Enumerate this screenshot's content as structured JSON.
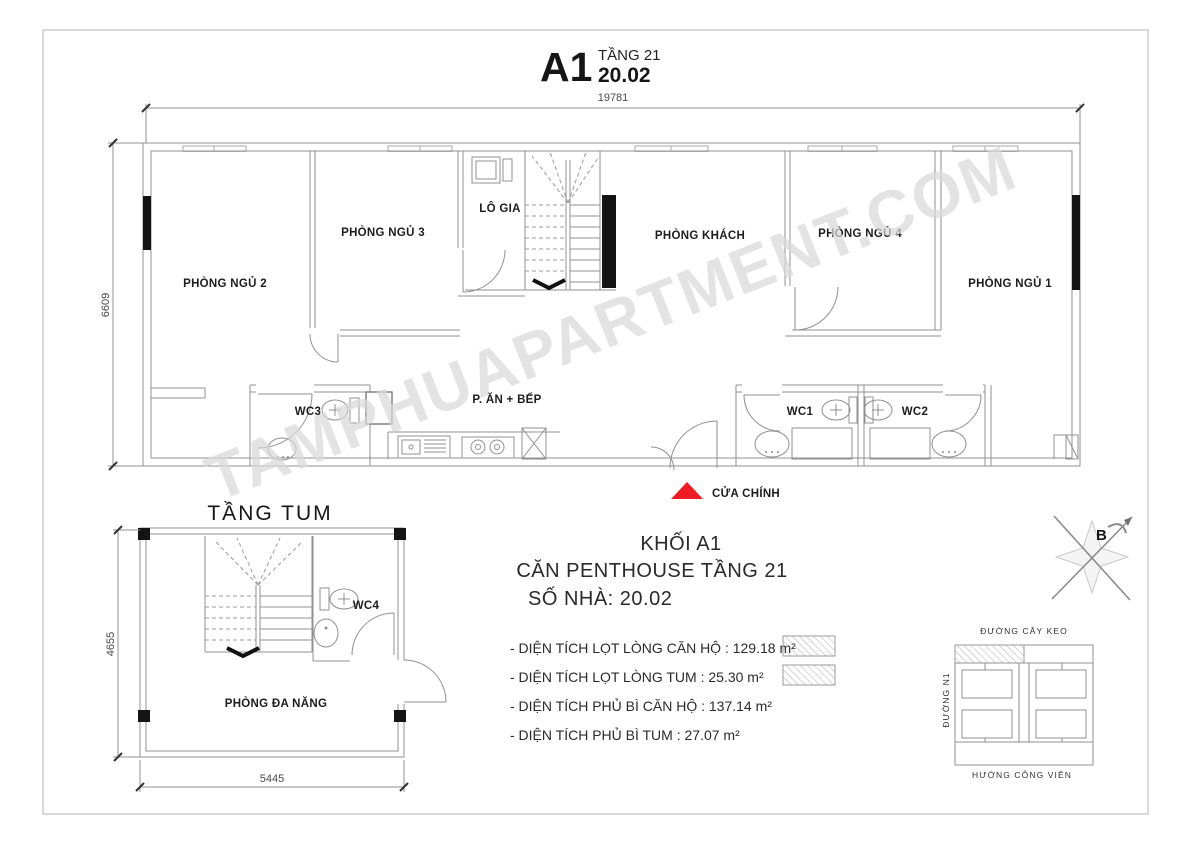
{
  "page": {
    "title": "A1",
    "floor": "TẦNG 21",
    "unit": "20.02"
  },
  "colors": {
    "accent_red": "#ed1c24",
    "line_gray": "#909090",
    "watermark_gray": "#d9d9d9"
  },
  "watermark": {
    "text": "TAMPHUAPARTMENT.COM"
  },
  "main_plan": {
    "dim_width": "19781",
    "dim_height": "6609",
    "rooms": {
      "bedroom2": "PHÒNG NGỦ 2",
      "bedroom3": "PHÒNG NGỦ 3",
      "balcony": "LÔ GIA",
      "living": "PHÒNG KHÁCH",
      "bedroom4": "PHÒNG NGỦ 4",
      "bedroom1": "PHÒNG NGỦ 1",
      "wc3": "WC3",
      "dining_kitchen": "P. ĂN + BẾP",
      "wc1": "WC1",
      "wc2": "WC2"
    },
    "entrance": "CỬA CHÍNH"
  },
  "tum_plan": {
    "title": "TẦNG TUM",
    "dim_height": "4655",
    "dim_width": "5445",
    "rooms": {
      "wc4": "WC4",
      "multi": "PHÒNG ĐA NĂNG"
    }
  },
  "info": {
    "line1": "KHỐI A1",
    "line2": "CĂN PENTHOUSE TẦNG 21",
    "line3": "SỐ NHÀ: 20.02",
    "areas": [
      {
        "label": "- DIỆN TÍCH LỌT LÒNG CĂN HỘ : 129.18 m²",
        "swatch": true
      },
      {
        "label": "- DIỆN TÍCH LỌT LÒNG TUM : 25.30 m²",
        "swatch": true
      },
      {
        "label": "- DIỆN TÍCH PHỦ BÌ CĂN HỘ : 137.14 m²",
        "swatch": false
      },
      {
        "label": "- DIỆN TÍCH PHỦ BÌ TUM : 27.07 m²",
        "swatch": false
      }
    ]
  },
  "compass": {
    "label": "B"
  },
  "site_plan": {
    "top": "ĐƯỜNG CÂY KEO",
    "left": "ĐƯỜNG N1",
    "bottom": "HƯỚNG CÔNG VIÊN"
  }
}
